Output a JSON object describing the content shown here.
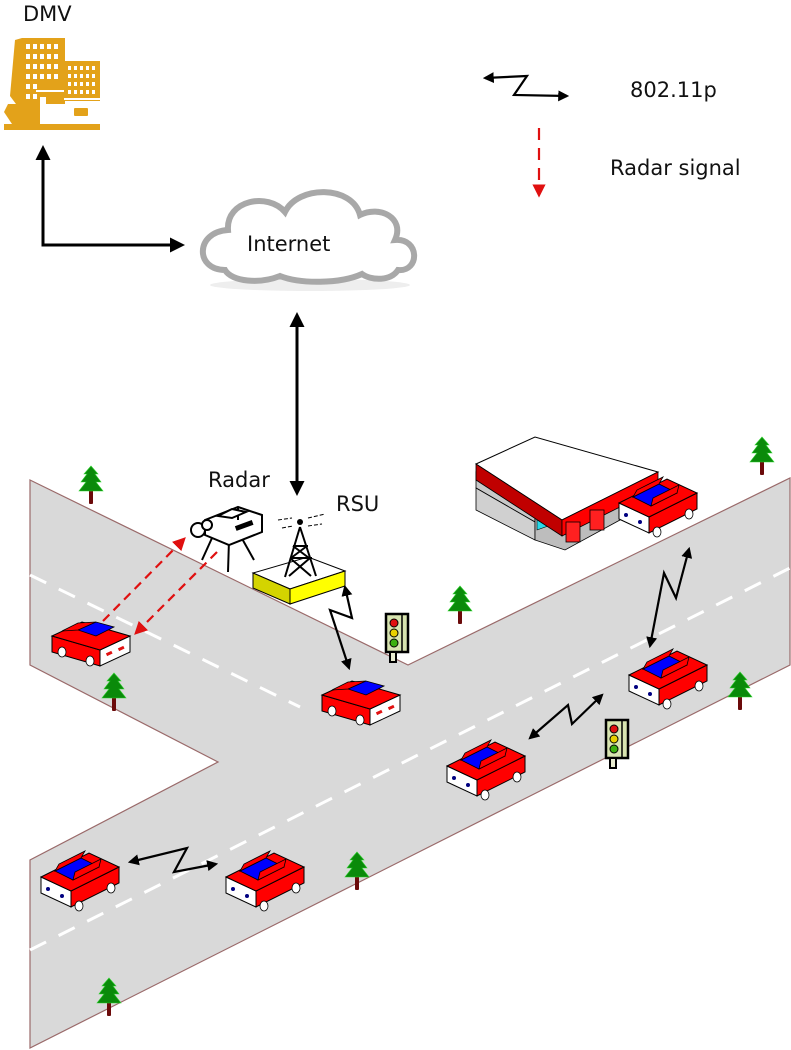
{
  "labels": {
    "dmv": "DMV",
    "internet": "Internet",
    "radar": "Radar",
    "rsu": "RSU"
  },
  "legend": {
    "items": [
      {
        "icon": "wireless-zigzag-arrow-icon",
        "label": "802.11p"
      },
      {
        "icon": "red-dashed-arrow-icon",
        "label": "Radar signal"
      }
    ]
  },
  "colors": {
    "road": "#d9d9d9",
    "road_edge": "#9a6a6a",
    "car_body": "#ff0000",
    "car_window": "#0000ff",
    "building": "#e3a21a",
    "rsu_base": "#f5f500",
    "tree": "#0a8a0a",
    "trunk": "#6b0a0a",
    "radar_signal": "#e01010",
    "link": "#000000"
  }
}
